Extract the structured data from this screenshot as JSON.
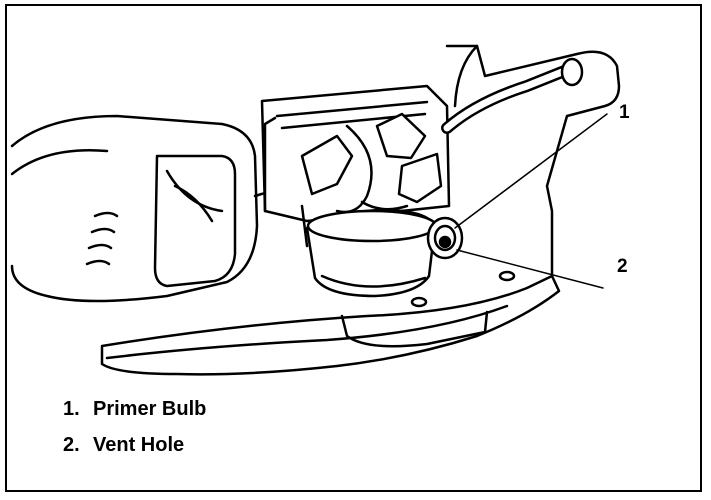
{
  "callouts": [
    {
      "number": "1"
    },
    {
      "number": "2"
    }
  ],
  "legend": [
    {
      "number": "1.",
      "label": "Primer Bulb"
    },
    {
      "number": "2.",
      "label": "Vent Hole"
    }
  ]
}
